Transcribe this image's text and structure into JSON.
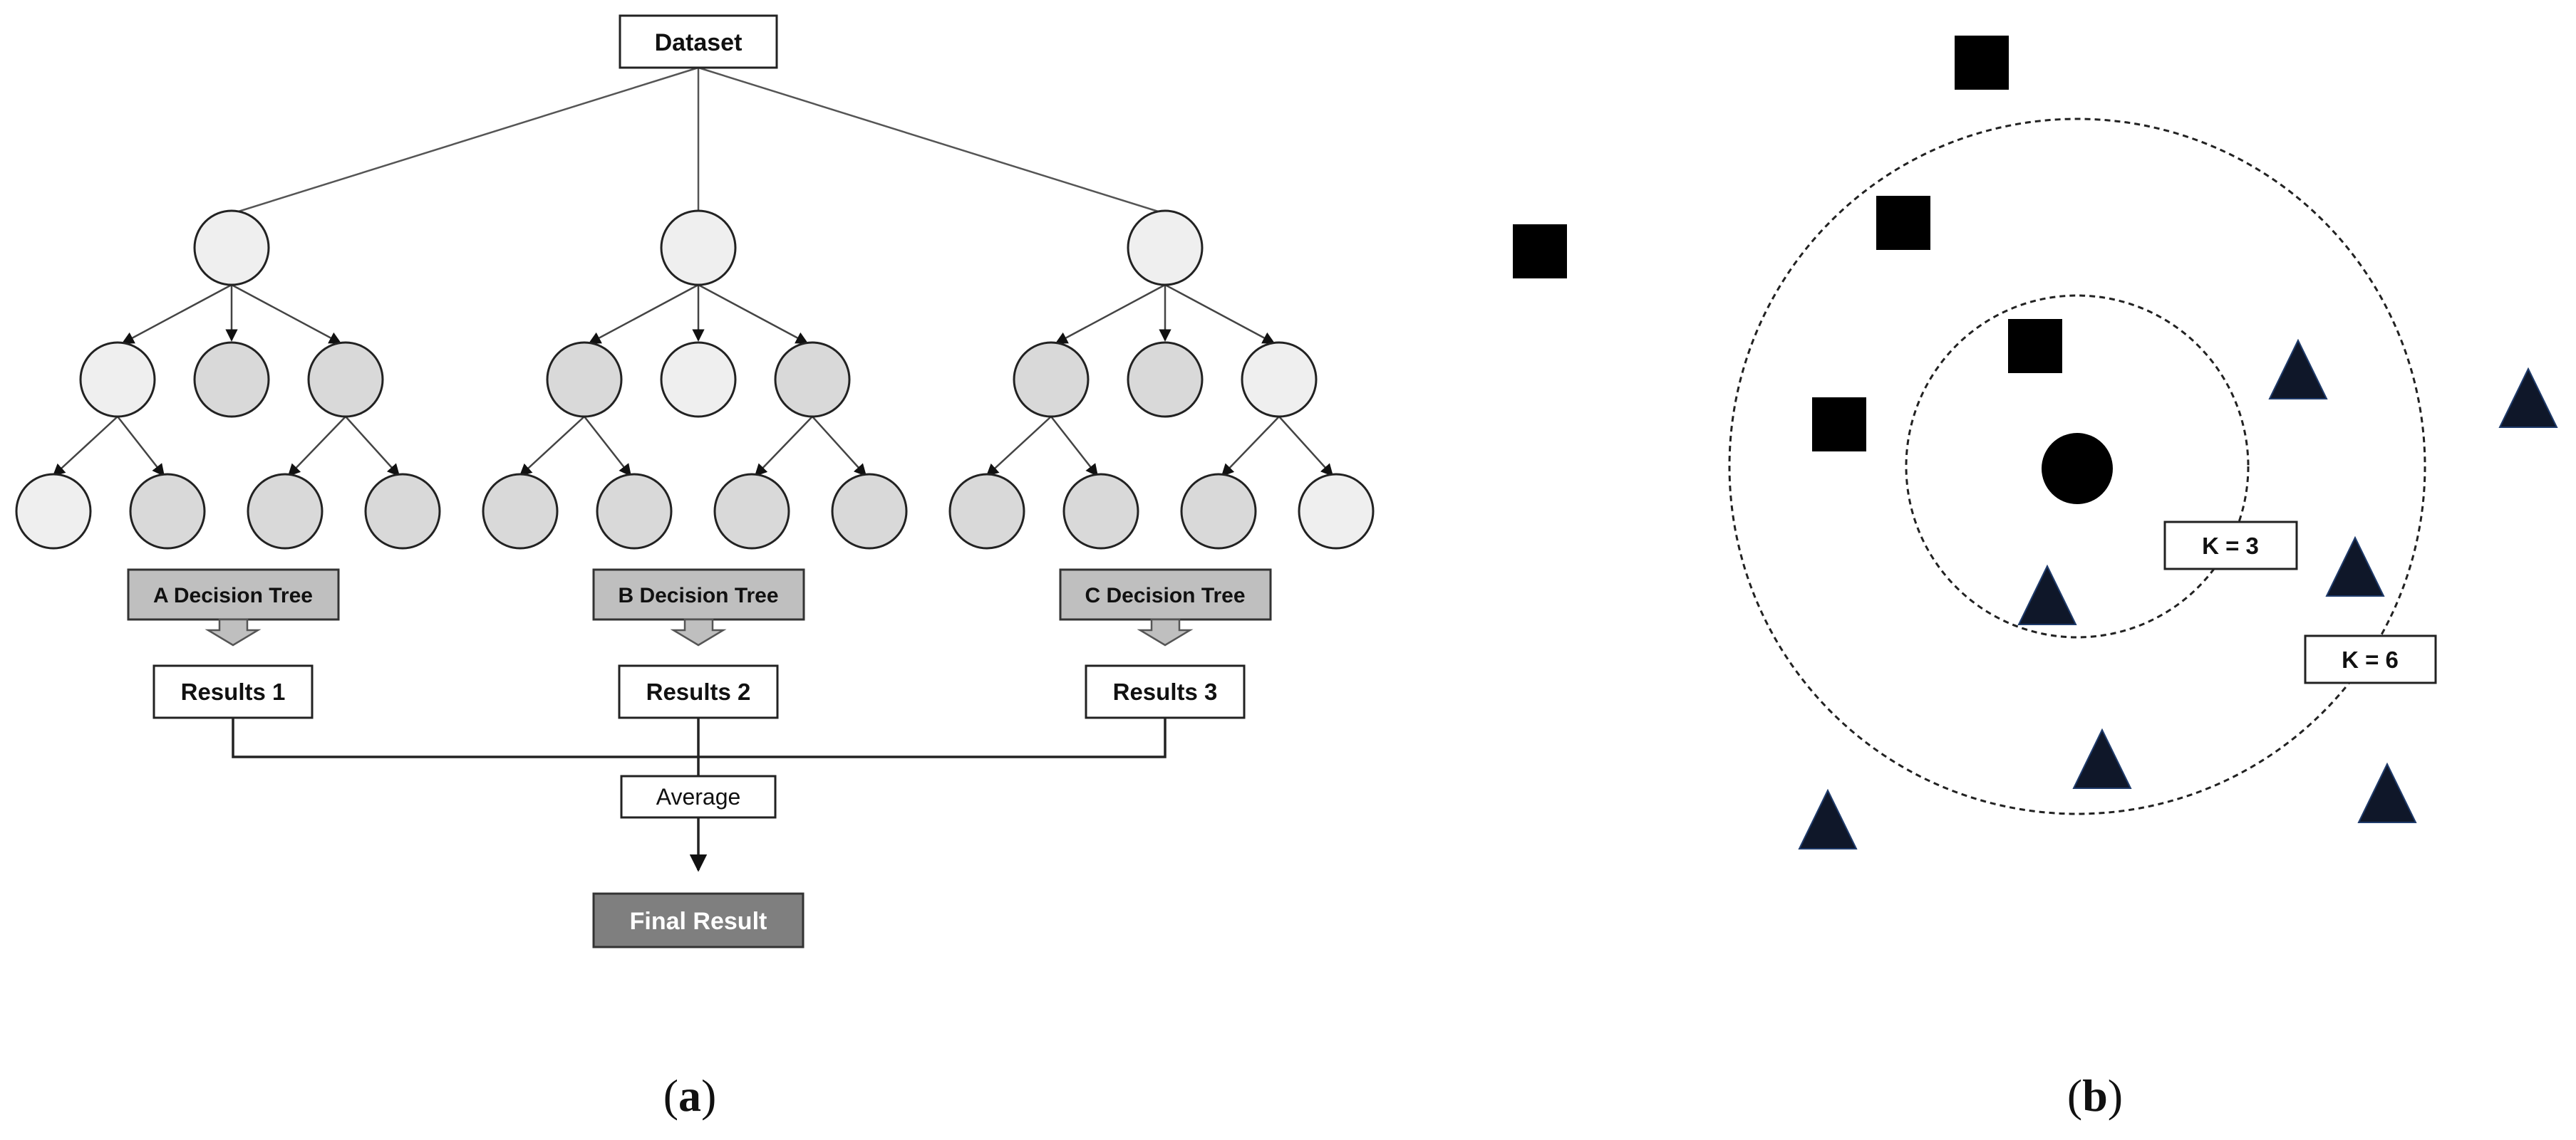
{
  "panel_a": {
    "root_label": "Dataset",
    "trees": [
      {
        "label": "A Decision Tree",
        "result": "Results 1"
      },
      {
        "label": "B Decision Tree",
        "result": "Results 2"
      },
      {
        "label": "C Decision Tree",
        "result": "Results 3"
      }
    ],
    "aggregate_label": "Average",
    "final_label": "Final Result",
    "caption_paren_open": "(",
    "caption_letter": "a",
    "caption_paren_close": ")"
  },
  "panel_b": {
    "inner_label": "K = 3",
    "outer_label": "K = 6",
    "caption_paren_open": "(",
    "caption_letter": "b",
    "caption_paren_close": ")"
  },
  "colors": {
    "light_node": "#efefef",
    "dark_node": "#d9d9d9",
    "tree_label_fill": "#bfbfbf",
    "final_fill": "#7f7f7f",
    "final_text": "#ffffff",
    "marker": "#000000",
    "triangle_fill": "#0f1729"
  }
}
